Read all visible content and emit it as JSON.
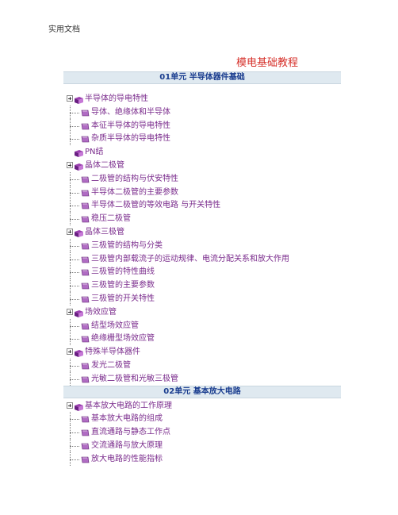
{
  "header_note": "实用文档",
  "doc_title": "模电基础教程",
  "units": [
    {
      "label": "01单元  半导体器件基础",
      "sections": [
        {
          "title": "半导体的导电特性",
          "children": [
            "导体、绝缘体和半导体",
            "本征半导体的导电特性",
            "杂质半导体的导电特性"
          ]
        },
        {
          "title": "PN结",
          "children": []
        },
        {
          "title": "晶体二极管",
          "children": [
            "二极管的结构与伏安特性",
            "半导体二极管的主要参数",
            "半导体二极管的等效电路 与开关特性",
            "稳压二极管"
          ]
        },
        {
          "title": "晶体三极管",
          "children": [
            "三极管的结构与分类",
            "三极管内部载流子的运动规律、电流分配关系和放大作用",
            "三极管的特性曲线",
            "三极管的主要参数",
            "三极管的开关特性"
          ]
        },
        {
          "title": "场效应管",
          "children": [
            "结型场效应管",
            "绝缘栅型场效应管"
          ]
        },
        {
          "title": "特殊半导体器件",
          "children": [
            "发光二极管",
            "光敏二极管和光敏三极管"
          ]
        }
      ]
    },
    {
      "label": "02单元  基本放大电路",
      "sections": [
        {
          "title": "基本放大电路的工作原理",
          "children": [
            "基本放大电路的组成",
            "直流通路与静态工作点",
            "交流通路与放大原理",
            "放大电路的性能指标"
          ]
        }
      ]
    }
  ]
}
